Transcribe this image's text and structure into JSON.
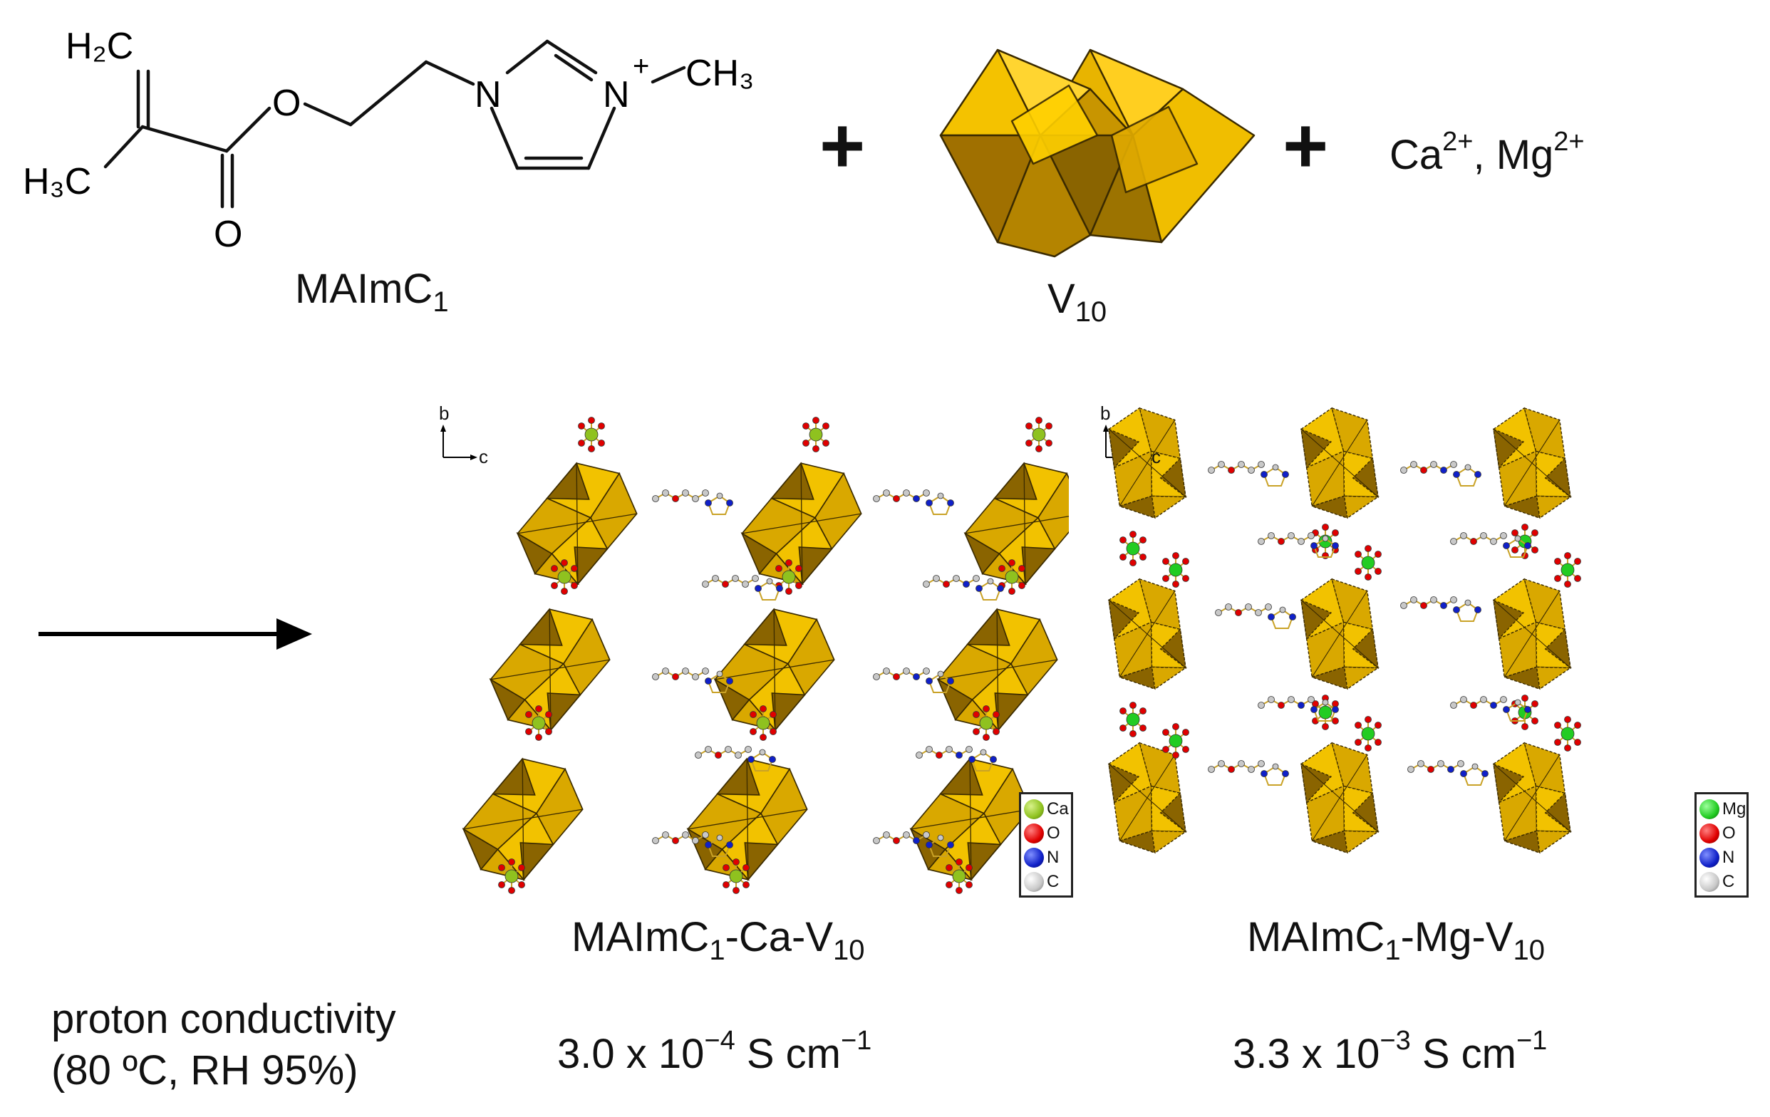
{
  "reactants": {
    "monomer": {
      "atoms": {
        "h2c": "H₂C",
        "h3c": "H₃C",
        "o_ester": "O",
        "o_carbonyl": "O",
        "n1": "N",
        "n2": "N",
        "charge": "+",
        "ch3": "CH₃"
      },
      "label_main": "MAImC",
      "label_sub": "1"
    },
    "plus_1": "+",
    "polyoxometalate": {
      "label_main": "V",
      "label_sub": "10"
    },
    "plus_2": "+",
    "cations": {
      "ca": "Ca",
      "ca_charge": "2+",
      "sep": ", ",
      "mg": "Mg",
      "mg_charge": "2+"
    }
  },
  "structures": [
    {
      "axes": {
        "b": "b",
        "c": "c"
      },
      "legend": [
        {
          "symbol": "Ca",
          "color": "#8fc21f"
        },
        {
          "symbol": "O",
          "color": "#e00000"
        },
        {
          "symbol": "N",
          "color": "#1020c8"
        },
        {
          "symbol": "C",
          "color": "#c8c8c8"
        }
      ],
      "name": {
        "a": "MAImC",
        "sub1": "1",
        "b": "-Ca-V",
        "sub2": "10"
      },
      "conductivity": {
        "mantissa": "3.0 x 10",
        "exp": "−4",
        "unit": " S cm",
        "unit_exp": "−1"
      }
    },
    {
      "axes": {
        "b": "b",
        "c": "c"
      },
      "legend": [
        {
          "symbol": "Mg",
          "color": "#22cc22"
        },
        {
          "symbol": "O",
          "color": "#e00000"
        },
        {
          "symbol": "N",
          "color": "#1020c8"
        },
        {
          "symbol": "C",
          "color": "#c8c8c8"
        }
      ],
      "name": {
        "a": "MAImC",
        "sub1": "1",
        "b": "-Mg-V",
        "sub2": "10"
      },
      "conductivity": {
        "mantissa": "3.3 x 10",
        "exp": "−3",
        "unit": " S cm",
        "unit_exp": "−1"
      }
    }
  ],
  "conductivity_label": {
    "line1": "proton conductivity",
    "line2": "(80 ºC, RH 95%)"
  },
  "colors": {
    "polyhedron_light": "#f2c200",
    "polyhedron_mid": "#d9a800",
    "polyhedron_dark": "#8a6400",
    "metal_ca": "#8fc21f",
    "metal_mg": "#22cc22",
    "oxygen": "#e00000",
    "nitrogen": "#1020c8",
    "carbon": "#c8c8c8"
  }
}
